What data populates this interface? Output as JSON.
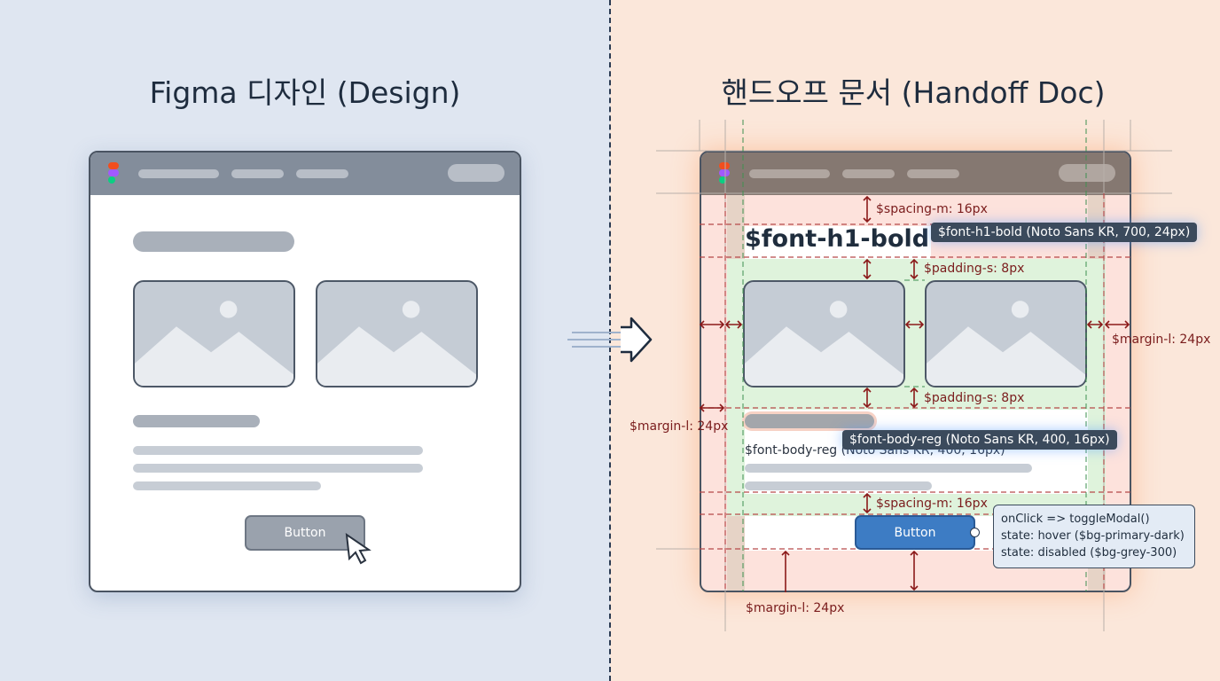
{
  "left": {
    "title": "Figma 디자인 (Design)",
    "button_label": "Button"
  },
  "right": {
    "title": "핸드오프 문서 (Handoff Doc)",
    "heading_token": "$font-h1-bold",
    "heading_tooltip": "$font-h1-bold (Noto Sans KR, 700, 24px)",
    "body_token_text": "$font-body-reg (Noto Sans KR, 400, 16px)",
    "body_tooltip": "$font-body-reg (Noto Sans KR, 400, 16px)",
    "spacing_top": "$spacing-m: 16px",
    "padding_top": "$padding-s: 8px",
    "padding_bottom": "$padding-s: 8px",
    "spacing_button": "$spacing-m: 16px",
    "margin_right": "$margin-l: 24px",
    "margin_left": "$margin-l: 24px",
    "margin_bottom": "$margin-l: 24px",
    "button_label": "Button",
    "interaction_notes": [
      "onClick => toggleModal()",
      "state: hover ($bg-primary-dark)",
      "state: disabled ($bg-grey-300)"
    ]
  },
  "colors": {
    "button_primary": "#3d7cc4",
    "guide_red": "#a33030",
    "guide_green": "#3e8f4f"
  }
}
